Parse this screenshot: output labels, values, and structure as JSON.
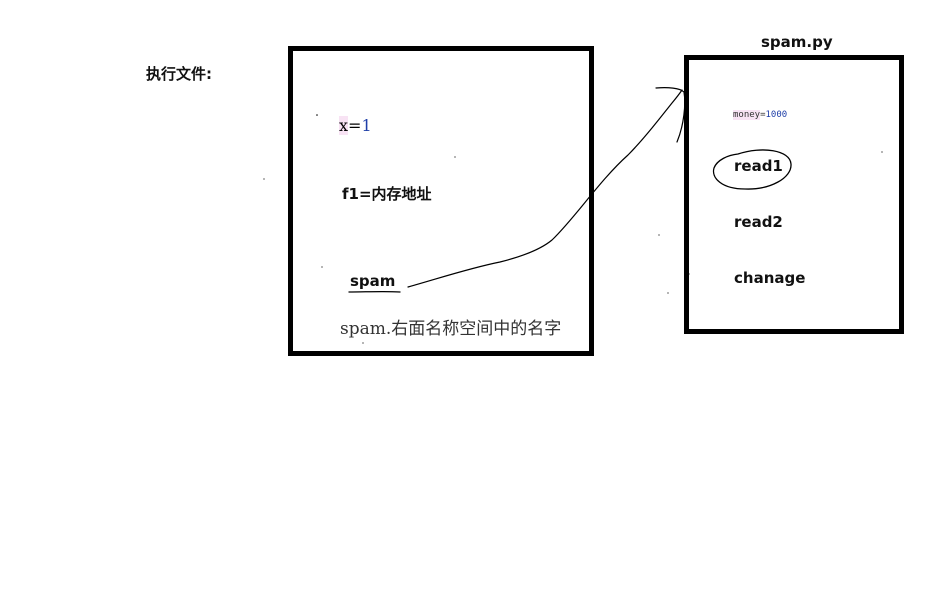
{
  "diagram": {
    "exec_file_label": "执行文件:",
    "right_box_title": "spam.py",
    "left_box": {
      "x_name": "x",
      "x_eq": "=",
      "x_value": "1",
      "f1_line": "f1=内存地址",
      "spam_label": "spam",
      "note": "spam.右面名称空间中的名字"
    },
    "right_box": {
      "money_name": "money",
      "money_eq": "=",
      "money_value": "1000",
      "read1": "read1",
      "read2": "read2",
      "chanage": "chanage"
    }
  },
  "colors": {
    "stroke": "#000000",
    "number_blue": "#1f3fa8",
    "highlight_pink": "#f8e3f4"
  }
}
